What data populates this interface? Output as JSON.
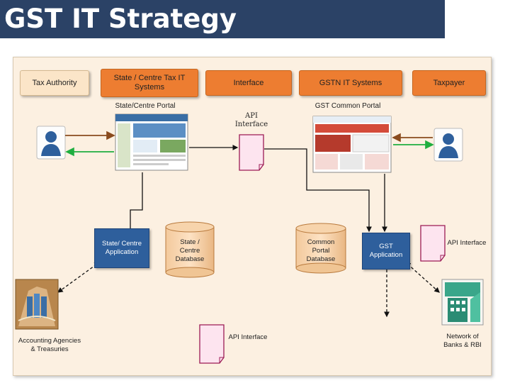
{
  "title": "GST IT Strategy",
  "headers": {
    "tax_authority": "Tax Authority",
    "state_centre_systems": "State / Centre Tax IT Systems",
    "interface": "Interface",
    "gstn_systems": "GSTN IT Systems",
    "taxpayer": "Taxpayer"
  },
  "labels": {
    "state_portal": "State/Centre Portal",
    "gst_portal": "GST Common Portal",
    "api_interface_top": "API Interface",
    "api_interface_right": "API Interface",
    "api_interface_bottom": "API Interface",
    "accounting_agencies": "Accounting Agencies & Treasuries",
    "network_banks": "Network of Banks & RBI"
  },
  "nodes": {
    "state_app": "State/ Centre Application",
    "state_db": "State / Centre Database",
    "common_db": "Common Portal Database",
    "gst_app": "GST Application"
  },
  "colors": {
    "title_bar": "#2b4266",
    "orange": "#ed7d31",
    "beige": "#fbe5c8",
    "app_blue": "#2e5f9c",
    "document_pink": "#fde4ef",
    "db_beige": "#fde2c4",
    "arrow_brown": "#8a4b1e",
    "arrow_green": "#1fae3f"
  }
}
